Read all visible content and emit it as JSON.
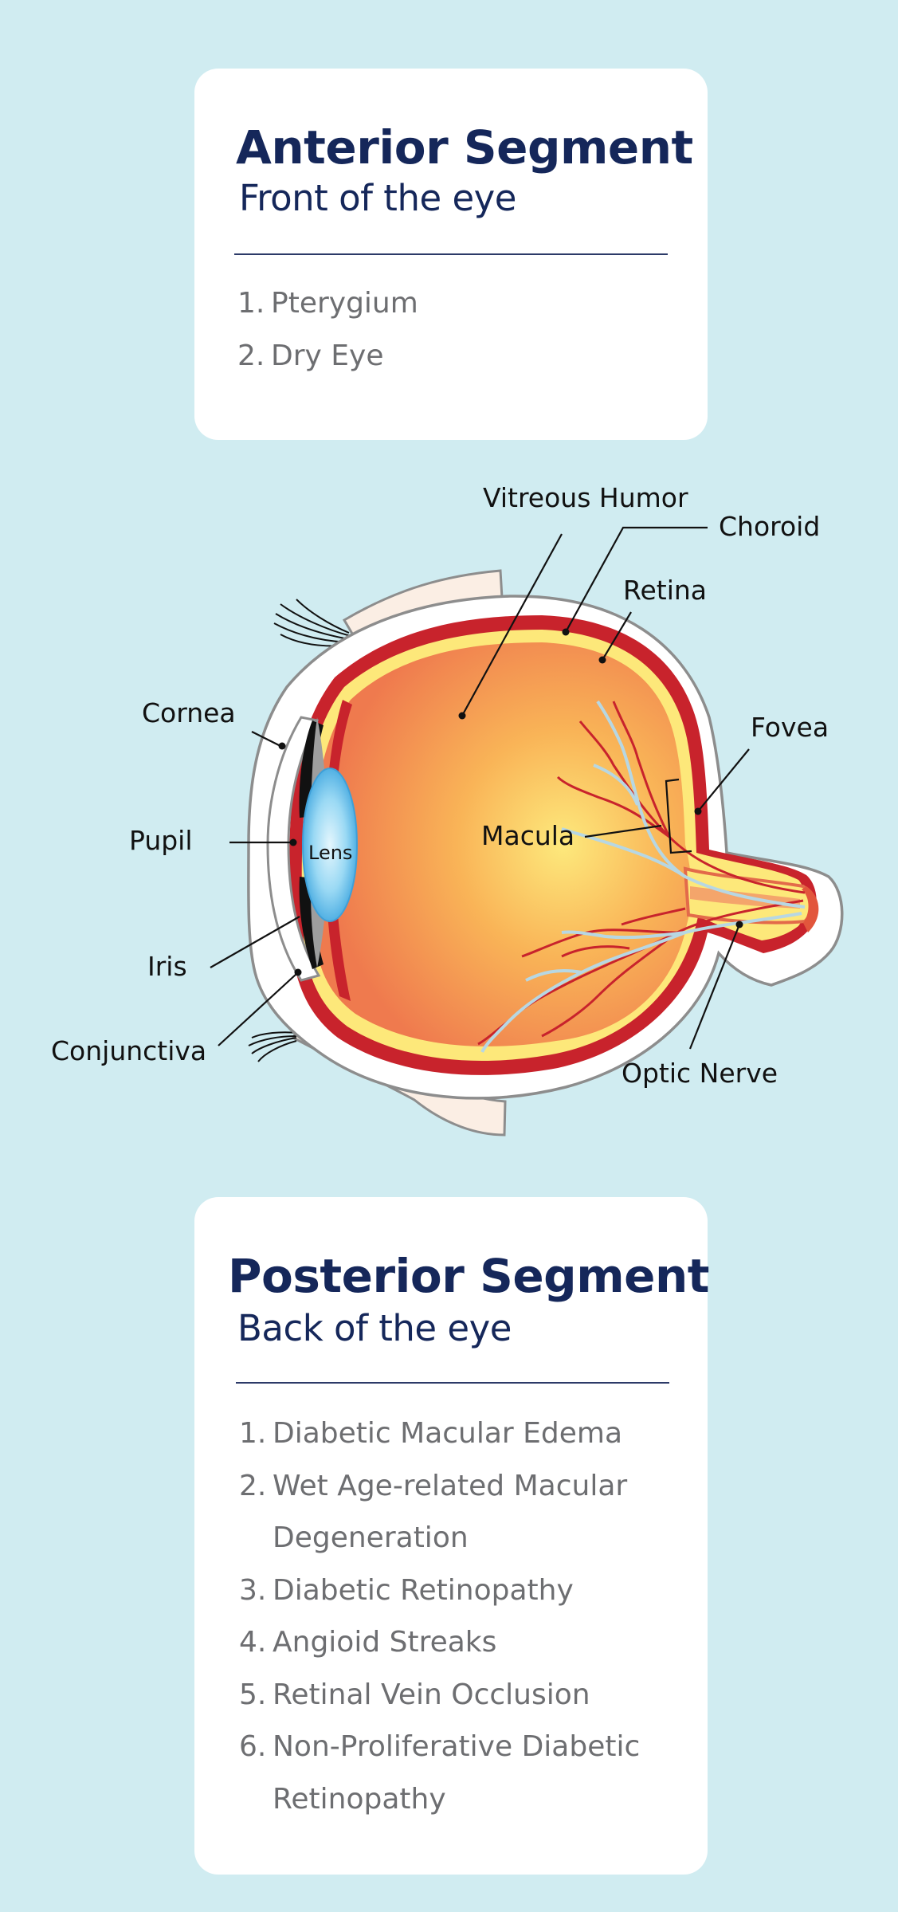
{
  "anterior": {
    "title": "Anterior Segment",
    "subtitle": "Front of the eye",
    "items": [
      {
        "num": "1.",
        "text": "Pterygium"
      },
      {
        "num": "2.",
        "text": "Dry Eye"
      }
    ]
  },
  "diagram": {
    "labels": {
      "vitreous_humor": "Vitreous Humor",
      "choroid": "Choroid",
      "retina": "Retina",
      "cornea": "Cornea",
      "fovea": "Fovea",
      "pupil": "Pupil",
      "lens": "Lens",
      "macula": "Macula",
      "iris": "Iris",
      "conjunctiva": "Conjunctiva",
      "optic_nerve": "Optic Nerve"
    }
  },
  "posterior": {
    "title": "Posterior Segment",
    "subtitle": "Back of the eye",
    "items": [
      {
        "num": "1.",
        "text": "Diabetic Macular Edema"
      },
      {
        "num": "2.",
        "text": "Wet Age-related Macular"
      },
      {
        "num": "",
        "text": "Degeneration"
      },
      {
        "num": "3.",
        "text": "Diabetic Retinopathy"
      },
      {
        "num": "4.",
        "text": "Angioid Streaks"
      },
      {
        "num": "5.",
        "text": "Retinal Vein Occlusion"
      },
      {
        "num": "6.",
        "text": "Non-Proliferative Diabetic"
      },
      {
        "num": "",
        "text": "Retinopathy"
      }
    ]
  }
}
